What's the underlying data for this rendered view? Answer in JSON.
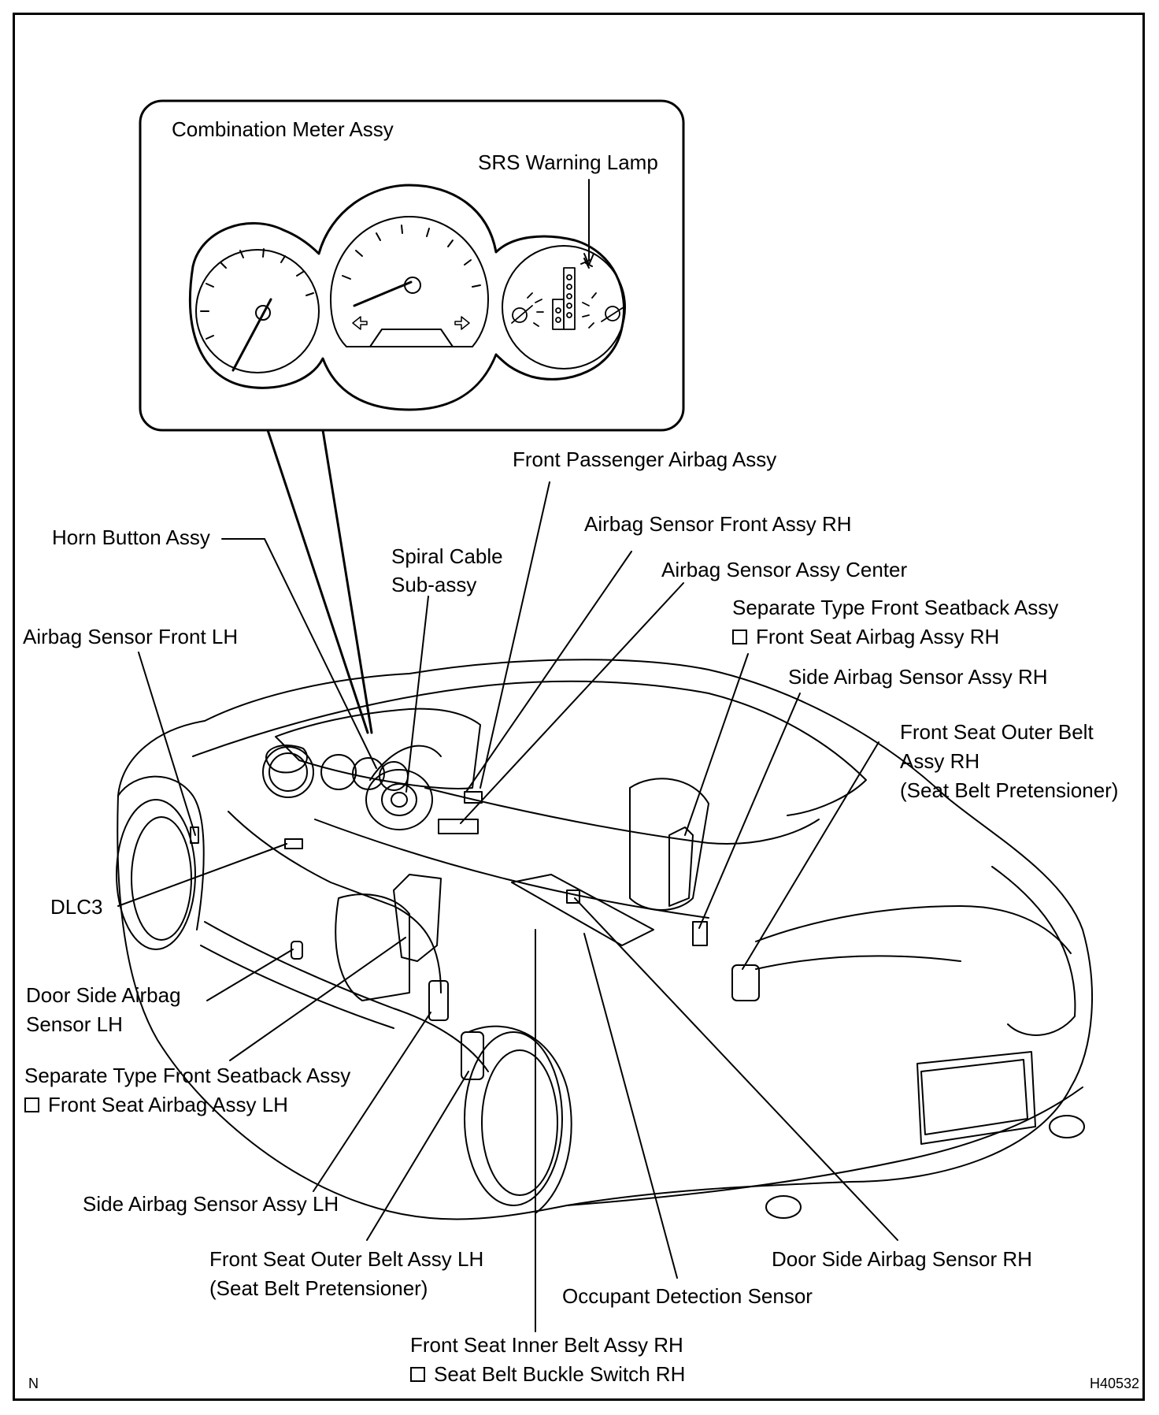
{
  "inset": {
    "title": "Combination Meter Assy",
    "lamp_label": "SRS Warning Lamp"
  },
  "labels": {
    "front_passenger_airbag": "Front Passenger Airbag Assy",
    "airbag_sensor_front_rh": "Airbag Sensor Front Assy RH",
    "horn_button": "Horn Button Assy",
    "spiral_cable_l1": "Spiral Cable",
    "spiral_cable_l2": "Sub-assy",
    "airbag_sensor_center": "Airbag Sensor Assy Center",
    "seatback_rh_l1": "Separate Type Front Seatback Assy",
    "seatback_rh_l2": "Front Seat Airbag Assy RH",
    "airbag_sensor_front_lh": "Airbag Sensor Front LH",
    "side_airbag_sensor_rh": "Side Airbag Sensor Assy RH",
    "outer_belt_rh_l1": "Front Seat Outer Belt",
    "outer_belt_rh_l2": "Assy RH",
    "outer_belt_rh_l3": "(Seat Belt Pretensioner)",
    "dlc3": "DLC3",
    "door_side_lh_l1": "Door Side Airbag",
    "door_side_lh_l2": "Sensor LH",
    "seatback_lh_l1": "Separate Type Front Seatback Assy",
    "seatback_lh_l2": "Front Seat Airbag Assy LH",
    "side_airbag_sensor_lh": "Side Airbag Sensor Assy LH",
    "outer_belt_lh_l1": "Front Seat Outer Belt Assy LH",
    "outer_belt_lh_l2": "(Seat Belt Pretensioner)",
    "door_side_rh": "Door Side Airbag Sensor RH",
    "occupant_detection": "Occupant Detection Sensor",
    "inner_belt_rh_l1": "Front Seat Inner Belt Assy RH",
    "inner_belt_rh_l2": "Seat Belt Buckle Switch RH"
  },
  "corner": {
    "left": "N",
    "right": "H40532"
  }
}
